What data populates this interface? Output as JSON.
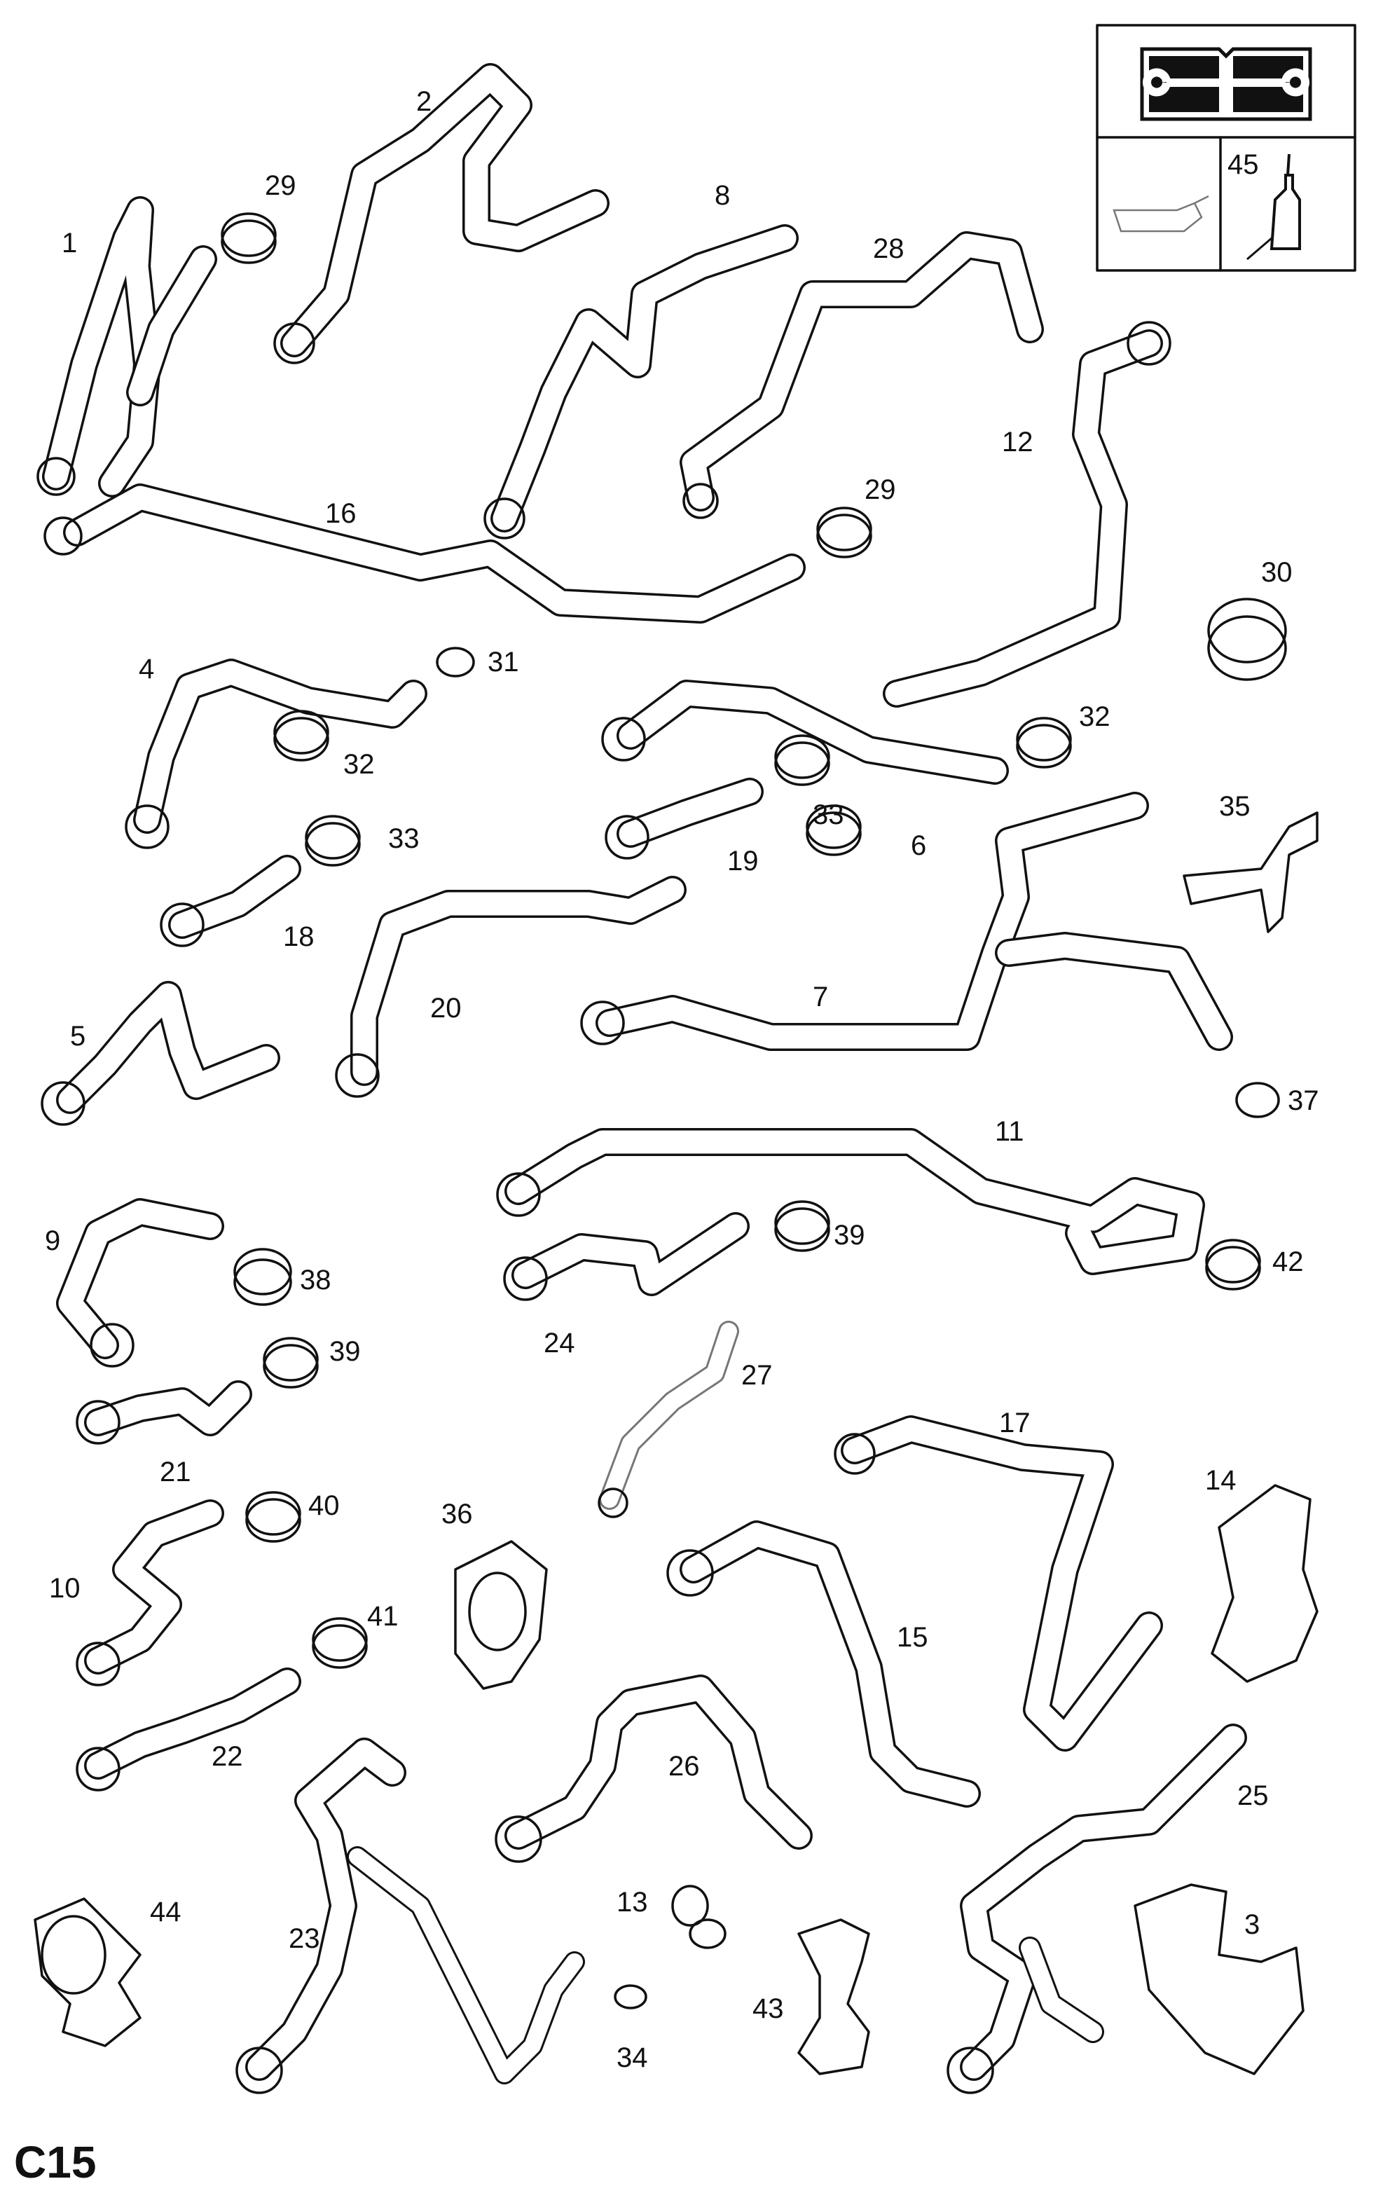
{
  "page_code": "C15",
  "legend_box": {
    "book_icon": "wrench-book-icon",
    "oil_can_icon": "oil-can-icon",
    "sealant_icon": "sealant-bottle-icon",
    "sealant_number": "45"
  },
  "callouts": [
    {
      "id": "1",
      "text": "1"
    },
    {
      "id": "2",
      "text": "2"
    },
    {
      "id": "3",
      "text": "3"
    },
    {
      "id": "4",
      "text": "4"
    },
    {
      "id": "5",
      "text": "5"
    },
    {
      "id": "6",
      "text": "6"
    },
    {
      "id": "7",
      "text": "7"
    },
    {
      "id": "8",
      "text": "8"
    },
    {
      "id": "9",
      "text": "9"
    },
    {
      "id": "10",
      "text": "10"
    },
    {
      "id": "11",
      "text": "11"
    },
    {
      "id": "12",
      "text": "12"
    },
    {
      "id": "13",
      "text": "13"
    },
    {
      "id": "14",
      "text": "14"
    },
    {
      "id": "15",
      "text": "15"
    },
    {
      "id": "16",
      "text": "16"
    },
    {
      "id": "17",
      "text": "17"
    },
    {
      "id": "18",
      "text": "18"
    },
    {
      "id": "19",
      "text": "19"
    },
    {
      "id": "20",
      "text": "20"
    },
    {
      "id": "21",
      "text": "21"
    },
    {
      "id": "22",
      "text": "22"
    },
    {
      "id": "23",
      "text": "23"
    },
    {
      "id": "24",
      "text": "24"
    },
    {
      "id": "25",
      "text": "25"
    },
    {
      "id": "26",
      "text": "26"
    },
    {
      "id": "27",
      "text": "27"
    },
    {
      "id": "28",
      "text": "28"
    },
    {
      "id": "29a",
      "text": "29"
    },
    {
      "id": "29b",
      "text": "29"
    },
    {
      "id": "30",
      "text": "30"
    },
    {
      "id": "31",
      "text": "31"
    },
    {
      "id": "32a",
      "text": "32"
    },
    {
      "id": "32b",
      "text": "32"
    },
    {
      "id": "33a",
      "text": "33"
    },
    {
      "id": "33b",
      "text": "33"
    },
    {
      "id": "34",
      "text": "34"
    },
    {
      "id": "35",
      "text": "35"
    },
    {
      "id": "36",
      "text": "36"
    },
    {
      "id": "37",
      "text": "37"
    },
    {
      "id": "38",
      "text": "38"
    },
    {
      "id": "39a",
      "text": "39"
    },
    {
      "id": "39b",
      "text": "39"
    },
    {
      "id": "40",
      "text": "40"
    },
    {
      "id": "41",
      "text": "41"
    },
    {
      "id": "42",
      "text": "42"
    },
    {
      "id": "43",
      "text": "43"
    },
    {
      "id": "44",
      "text": "44"
    }
  ]
}
